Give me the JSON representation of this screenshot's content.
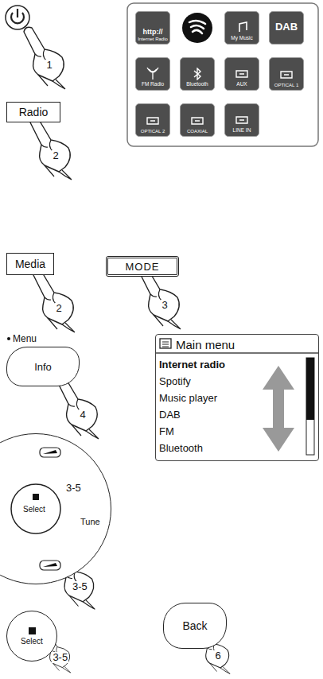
{
  "diagram": {
    "nodes": [
      {
        "text": [
          "http://",
          "Internet Radio"
        ]
      },
      {
        "text": [
          "My Music"
        ]
      },
      {
        "text": [
          "DAB"
        ]
      },
      {
        "text": [
          "FM Radio"
        ]
      },
      {
        "text": [
          "Bluetooth"
        ]
      },
      {
        "text": [
          "AUX"
        ]
      },
      {
        "text": [
          "OPTICAL 1"
        ]
      },
      {
        "text": [
          "OPTICAL 2"
        ]
      },
      {
        "text": [
          "COAXIAL"
        ]
      },
      {
        "text": [
          "LINE IN"
        ]
      },
      {
        "text": [
          "Radio"
        ]
      },
      {
        "text": [
          "Media"
        ]
      },
      {
        "text": [
          "MODE"
        ]
      },
      {
        "text": [
          "Menu",
          "Info"
        ]
      },
      {
        "text": [
          "Main menu",
          "Internet radio",
          "Spotify",
          "Music player",
          "DAB",
          "FM",
          "Bluetooth"
        ]
      },
      {
        "text": [
          "Select",
          "Tune"
        ]
      },
      {
        "text": [
          "Select"
        ]
      },
      {
        "text": [
          "Back"
        ]
      }
    ],
    "labels": [
      "1",
      "2",
      "2",
      "3",
      "4",
      "3-5",
      "3-5",
      "3-5",
      "6"
    ]
  }
}
